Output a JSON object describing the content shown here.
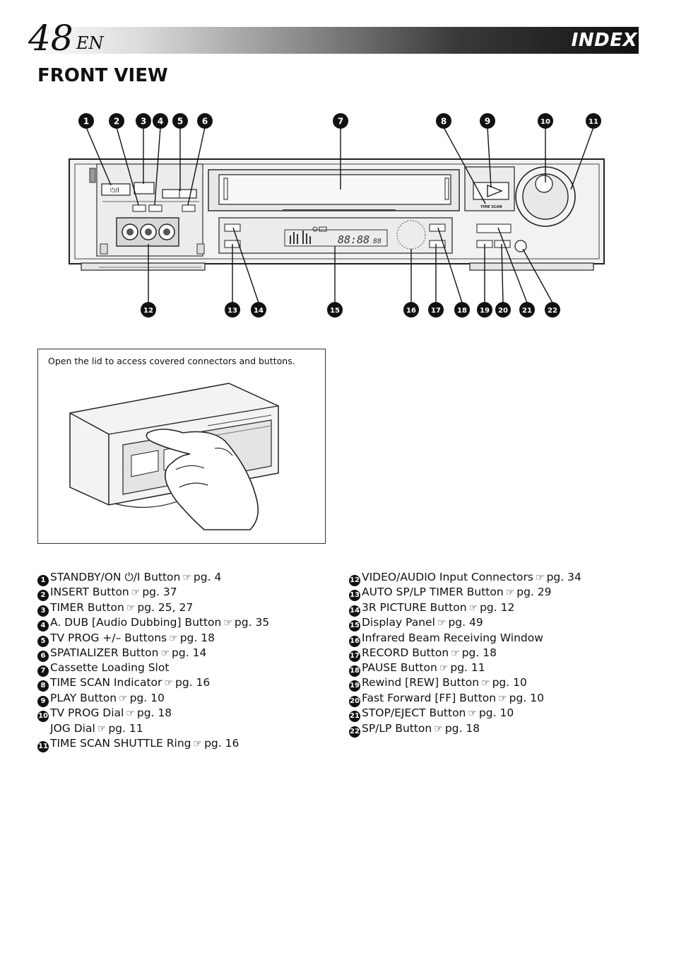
{
  "header": {
    "page_number": "48",
    "lang": "EN",
    "title": "INDEX"
  },
  "section_title": "FRONT VIEW",
  "callouts": [
    "1",
    "2",
    "3",
    "4",
    "5",
    "6",
    "7",
    "8",
    "9",
    "10",
    "11",
    "12",
    "13",
    "14",
    "15",
    "16",
    "17",
    "18",
    "19",
    "20",
    "21",
    "22"
  ],
  "inset": {
    "caption": "Open the lid to access covered connectors and buttons."
  },
  "icons": {
    "reference": "pointing-hand-icon",
    "standby": "power-icon"
  },
  "index_left": [
    {
      "num": "1",
      "label": "STANDBY/ON",
      "symbol": "⏻/I",
      "suffix": "Button",
      "ref": "pg. 4"
    },
    {
      "num": "2",
      "label": "INSERT Button",
      "ref": "pg. 37"
    },
    {
      "num": "3",
      "label": "TIMER Button",
      "ref": "pg. 25, 27"
    },
    {
      "num": "4",
      "label": "A. DUB [Audio Dubbing] Button",
      "ref": "pg. 35"
    },
    {
      "num": "5",
      "label": "TV PROG +/– Buttons",
      "ref": "pg. 18"
    },
    {
      "num": "6",
      "label": "SPATIALIZER Button",
      "ref": "pg. 14"
    },
    {
      "num": "7",
      "label": "Cassette Loading Slot",
      "ref": ""
    },
    {
      "num": "8",
      "label": "TIME SCAN Indicator",
      "ref": "pg. 16"
    },
    {
      "num": "9",
      "label": "PLAY Button",
      "ref": "pg. 10"
    },
    {
      "num": "10",
      "label": "TV PROG Dial",
      "ref": "pg. 18",
      "sub_label": "JOG Dial",
      "sub_ref": "pg. 11"
    },
    {
      "num": "11",
      "label": "TIME SCAN SHUTTLE Ring",
      "ref": "pg. 16"
    }
  ],
  "index_right": [
    {
      "num": "12",
      "label": "VIDEO/AUDIO Input Connectors",
      "ref": "pg. 34"
    },
    {
      "num": "13",
      "label": "AUTO SP/LP TIMER Button",
      "ref": "pg. 29"
    },
    {
      "num": "14",
      "label": "3R PICTURE Button",
      "ref": "pg. 12"
    },
    {
      "num": "15",
      "label": "Display Panel",
      "ref": "pg. 49"
    },
    {
      "num": "16",
      "label": "Infrared Beam Receiving Window",
      "ref": ""
    },
    {
      "num": "17",
      "label": "RECORD Button",
      "ref": "pg. 18"
    },
    {
      "num": "18",
      "label": "PAUSE Button",
      "ref": "pg. 11"
    },
    {
      "num": "19",
      "label": "Rewind [REW] Button",
      "ref": "pg. 10"
    },
    {
      "num": "20",
      "label": "Fast Forward [FF] Button",
      "ref": "pg. 10"
    },
    {
      "num": "21",
      "label": "STOP/EJECT Button",
      "ref": "pg. 10"
    },
    {
      "num": "22",
      "label": "SP/LP Button",
      "ref": "pg. 18"
    }
  ]
}
